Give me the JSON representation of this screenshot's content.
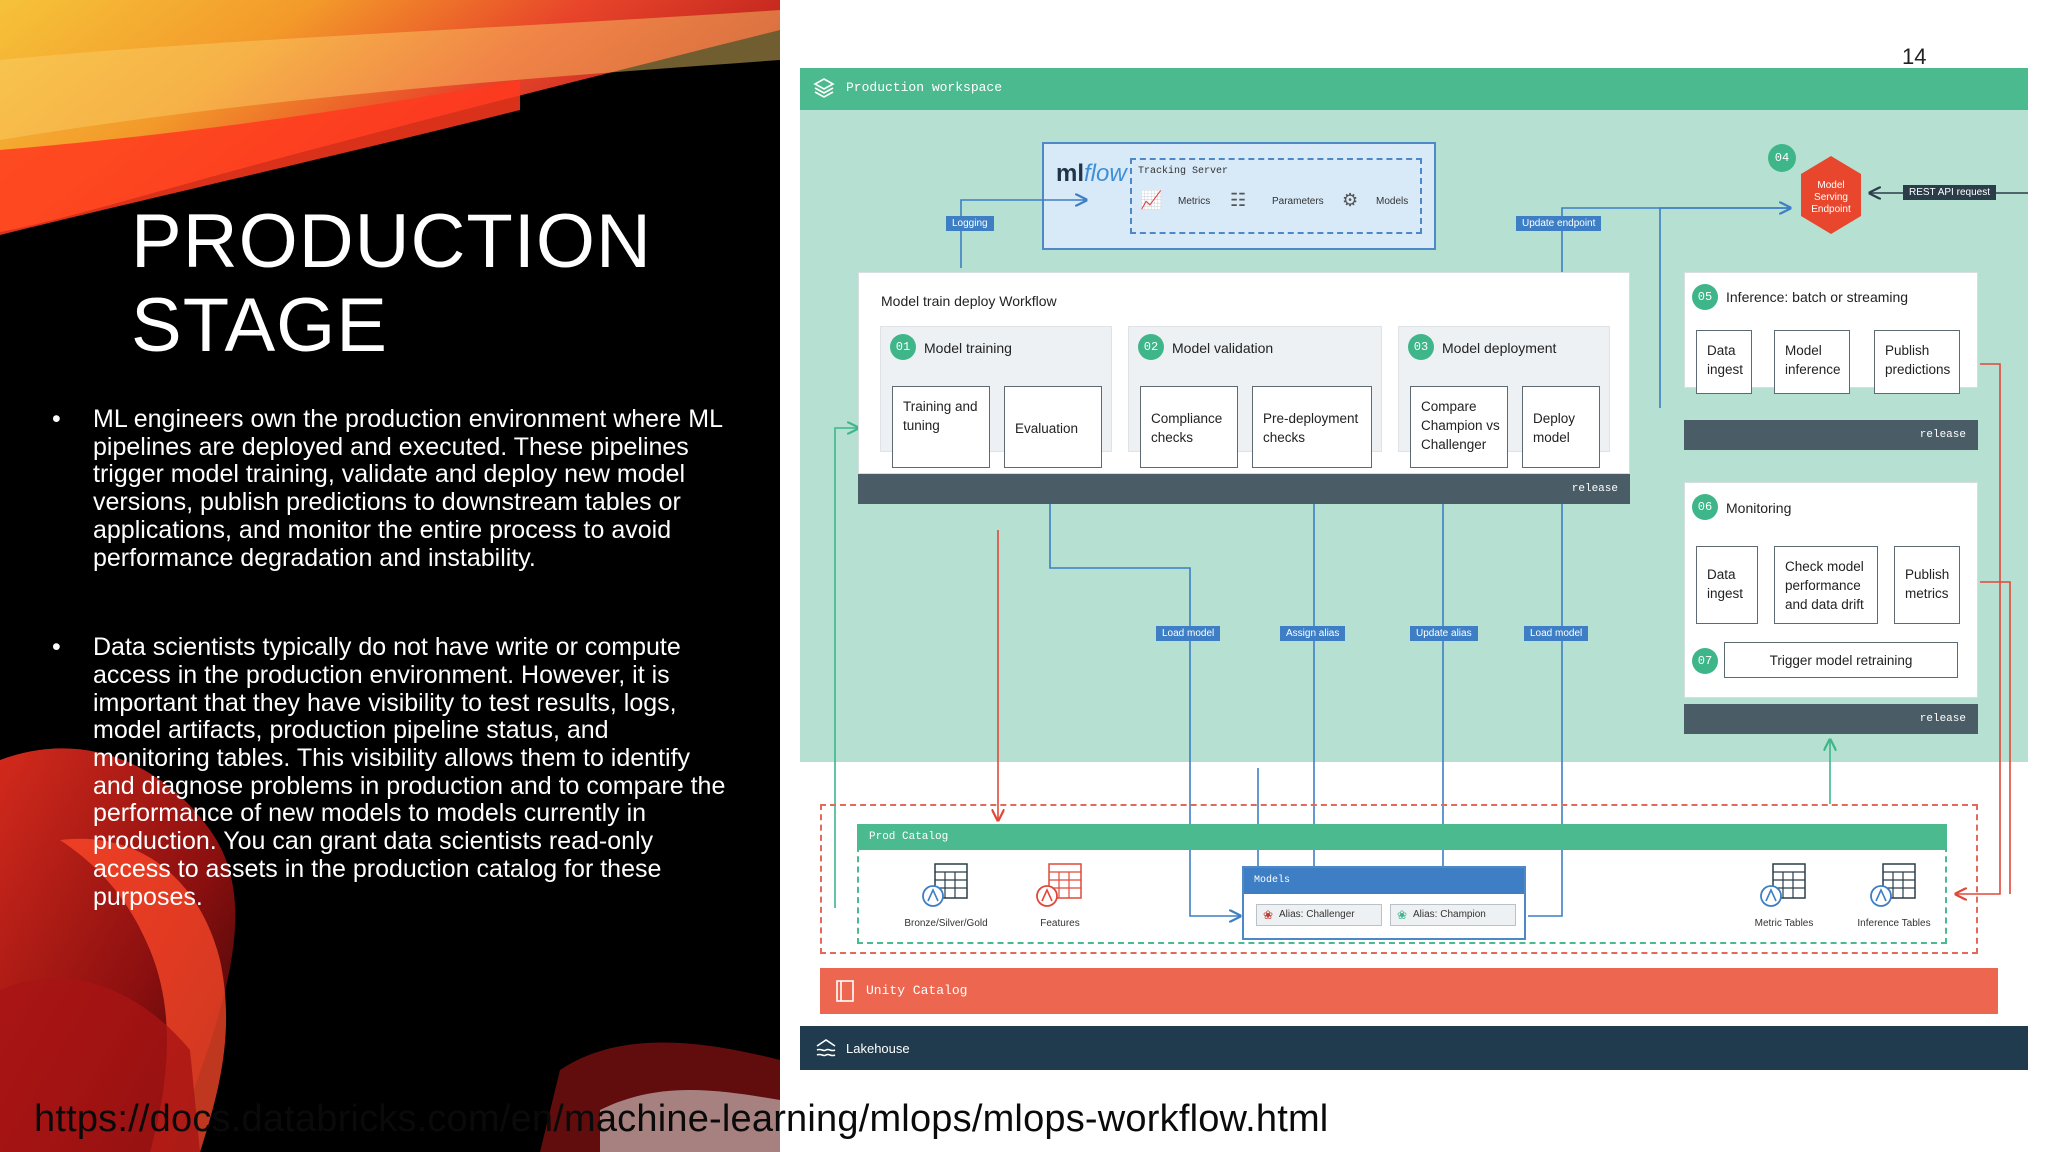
{
  "slide": {
    "title": "PRODUCTION\nSTAGE",
    "page_number": "14",
    "bullets": [
      "ML engineers own the production environment where ML pipelines are deployed and executed. These pipelines trigger model training, validate and deploy new model versions, publish predictions to downstream tables or applications, and monitor the entire process to avoid performance degradation and instability.",
      "Data scientists typically do not have write or compute access in the production environment. However, it is important that they have visibility to test results, logs, model artifacts, production pipeline status, and monitoring tables. This visibility allows them to identify and diagnose problems in production and to compare the performance of new models to models currently in production. You can grant data scientists read-only access to assets in the production catalog for these purposes."
    ],
    "bullet_marker": "•",
    "url": "https://docs.databricks.com/en/machine-learning/mlops/mlops-workflow.html"
  },
  "diagram": {
    "workspace_label": "Production workspace",
    "mlflow": {
      "logo_ml": "ml",
      "logo_flow": "flow",
      "tracking_label": "Tracking Server",
      "items": [
        "Metrics",
        "Parameters",
        "Models"
      ]
    },
    "tags": {
      "logging": "Logging",
      "update_endpoint": "Update endpoint",
      "rest_api": "REST API request",
      "load_model_1": "Load model",
      "assign_alias": "Assign alias",
      "update_alias": "Update alias",
      "load_model_2": "Load model"
    },
    "serving": {
      "number": "04",
      "label": "Model\nServing\nEndpoint"
    },
    "workflow": {
      "title": "Model train deploy Workflow",
      "release": "release",
      "steps": [
        {
          "number": "01",
          "title": "Model training",
          "boxes": [
            "Training and\ntuning",
            "Evaluation"
          ]
        },
        {
          "number": "02",
          "title": "Model validation",
          "boxes": [
            "Compliance\nchecks",
            "Pre-deployment\nchecks"
          ]
        },
        {
          "number": "03",
          "title": "Model deployment",
          "boxes": [
            "Compare\nChampion vs\nChallenger",
            "Deploy\nmodel"
          ]
        }
      ]
    },
    "inference": {
      "number": "05",
      "title": "Inference: batch or streaming",
      "boxes": [
        "Data\ningest",
        "Model\ninference",
        "Publish\npredictions"
      ],
      "release": "release"
    },
    "monitoring": {
      "number": "06",
      "title": "Monitoring",
      "boxes": [
        "Data\ningest",
        "Check model\nperformance\nand data drift",
        "Publish\nmetrics"
      ],
      "release": "release"
    },
    "retrain": {
      "number": "07",
      "label": "Trigger model retraining"
    },
    "prod_catalog": {
      "label": "Prod Catalog",
      "assets": [
        "Bronze/Silver/Gold",
        "Features",
        "Metric Tables",
        "Inference Tables"
      ],
      "models_label": "Models",
      "aliases": [
        "Alias: Challenger",
        "Alias: Champion"
      ]
    },
    "unity_catalog": "Unity Catalog",
    "lakehouse": "Lakehouse"
  }
}
